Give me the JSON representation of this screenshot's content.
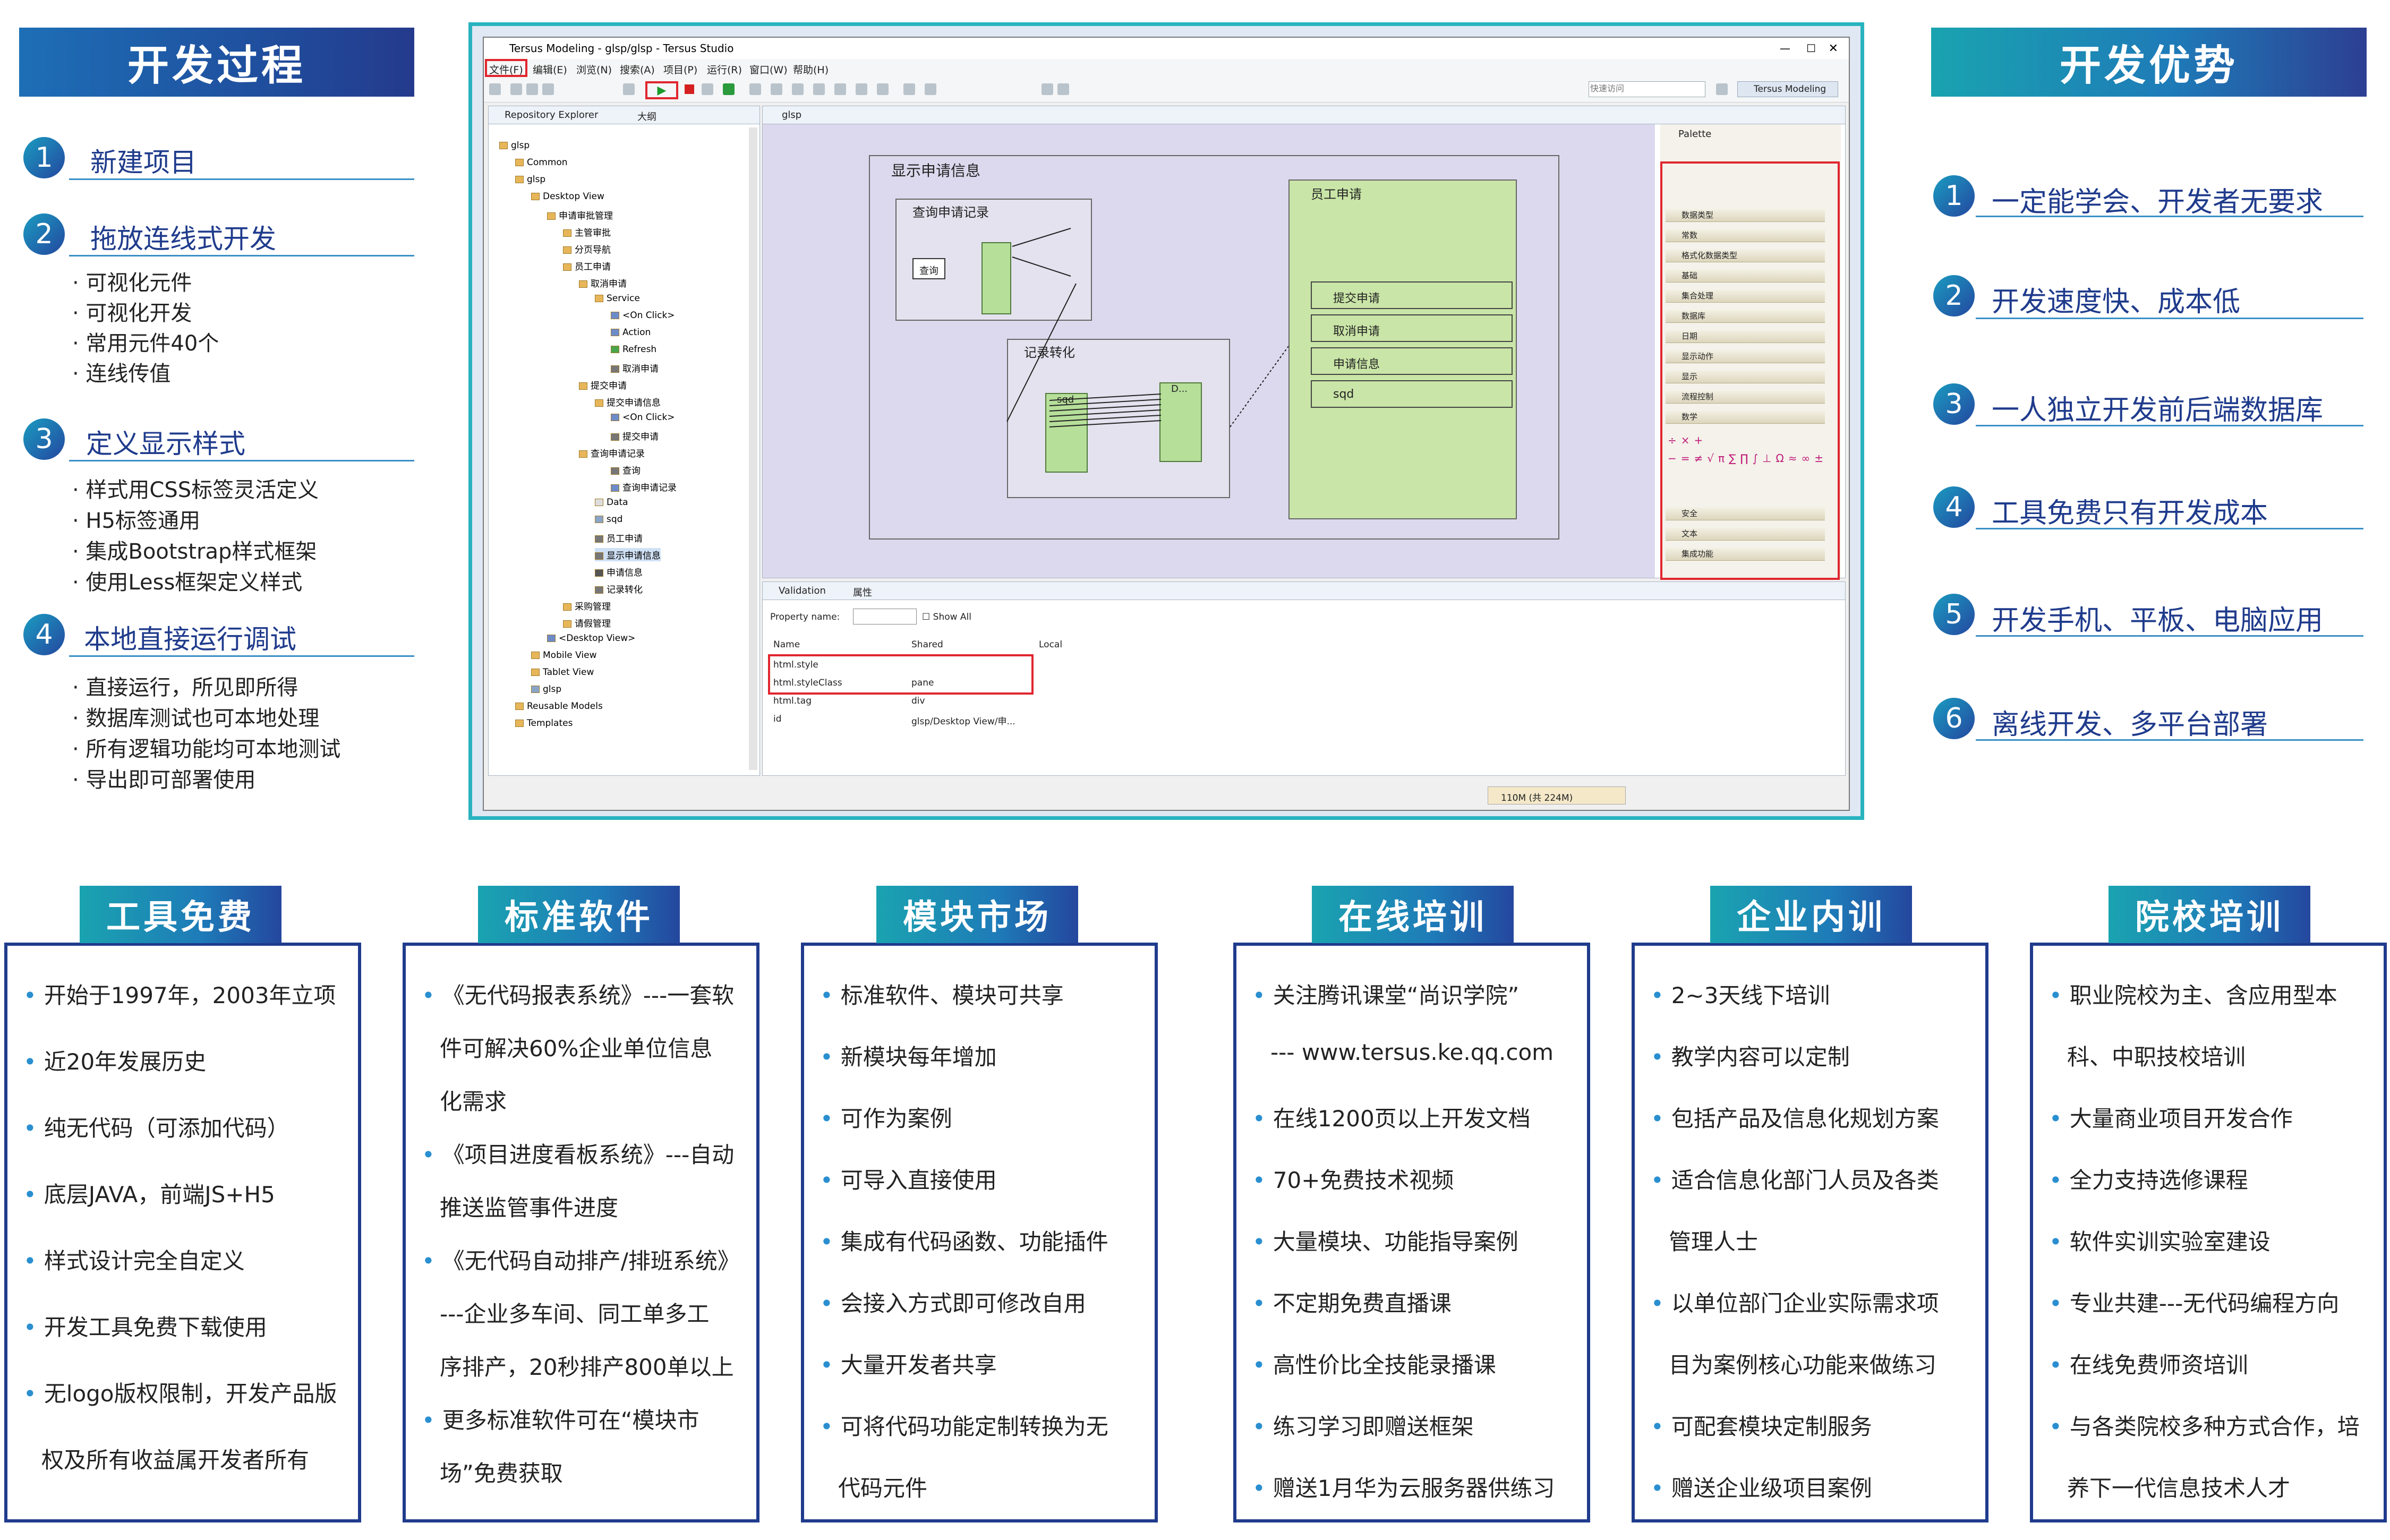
{
  "left": {
    "header": "开发过程",
    "steps": [
      {
        "num": "1",
        "title": "新建项目",
        "bullets": []
      },
      {
        "num": "2",
        "title": "拖放连线式开发",
        "bullets": [
          "· 可视化元件",
          "· 可视化开发",
          "· 常用元件40个",
          "· 连线传值"
        ]
      },
      {
        "num": "3",
        "title": "定义显示样式",
        "bullets": [
          "· 样式用CSS标签灵活定义",
          "· H5标签通用",
          "· 集成Bootstrap样式框架",
          "· 使用Less框架定义样式"
        ]
      },
      {
        "num": "4",
        "title": "本地直接运行调试",
        "bullets": [
          "· 直接运行，所见即所得",
          "· 数据库测试也可本地处理",
          "· 所有逻辑功能均可本地测试",
          "· 导出即可部署使用"
        ]
      }
    ]
  },
  "right": {
    "header": "开发优势",
    "items": [
      {
        "num": "1",
        "text": "一定能学会、开发者无要求"
      },
      {
        "num": "2",
        "text": "开发速度快、成本低"
      },
      {
        "num": "3",
        "text": "一人独立开发前后端数据库"
      },
      {
        "num": "4",
        "text": "工具免费只有开发成本"
      },
      {
        "num": "5",
        "text": "开发手机、平板、电脑应用"
      },
      {
        "num": "6",
        "text": "离线开发、多平台部署"
      }
    ]
  },
  "ide": {
    "title": "Tersus Modeling - glsp/glsp - Tersus Studio",
    "menu": [
      "文件(F)",
      "编辑(E)",
      "浏览(N)",
      "搜索(A)",
      "项目(P)",
      "运行(R)",
      "窗口(W)",
      "帮助(H)"
    ],
    "quick_access_placeholder": "快速访问",
    "perspective": "Tersus Modeling",
    "left_tabs": [
      "Repository Explorer",
      "大纲"
    ],
    "editor_tab": "glsp",
    "tree": [
      "glsp",
      "Common",
      "glsp",
      "Desktop View",
      "申请审批管理",
      "主管审批",
      "分页导航",
      "员工申请",
      "取消申请",
      "Service",
      "<On Click>",
      "Action",
      "Refresh",
      "取消申请",
      "提交申请",
      "提交申请信息",
      "<On Click>",
      "提交申请",
      "查询申请记录",
      "查询",
      "查询申请记录",
      "Data",
      "sqd",
      "员工申请",
      "显示申请信息",
      "申请信息",
      "记录转化",
      "采购管理",
      "请假管理",
      "<Desktop View>",
      "Mobile View",
      "Tablet View",
      "glsp",
      "Reusable Models",
      "Templates"
    ],
    "canvas": {
      "outer": "显示申请信息",
      "query_box": "查询申请记录",
      "query_btn": "查询",
      "convert_box": "记录转化",
      "convert_inner_a": "sqd",
      "convert_inner_b": "D...",
      "form_box": "员工申请",
      "form_fields": [
        "提交申请",
        "取消申请",
        "申请信息",
        "sqd"
      ]
    },
    "palette": {
      "title": "Palette",
      "groups": [
        "数据类型",
        "常数",
        "格式化数据类型",
        "基础",
        "集合处理",
        "数据库",
        "日期",
        "显示动作",
        "显示",
        "流程控制",
        "数学",
        "安全",
        "文本",
        "集成功能"
      ]
    },
    "bottom_tabs": [
      "Validation",
      "属性"
    ],
    "property_label": "Property name:",
    "show_all": "Show All",
    "table": {
      "headers": [
        "Name",
        "Shared",
        "Local"
      ],
      "rows": [
        [
          "html.style",
          "",
          ""
        ],
        [
          "html.styleClass",
          "pane",
          ""
        ],
        [
          "html.tag",
          "div",
          ""
        ],
        [
          "id",
          "glsp/Desktop View/申...",
          ""
        ]
      ]
    },
    "memory": "110M (共 224M)"
  },
  "cards": [
    {
      "title": "工具免费",
      "items": [
        "开始于1997年，2003年立项",
        "近20年发展历史",
        "纯无代码（可添加代码）",
        "底层JAVA，前端JS+H5",
        "样式设计完全自定义",
        "开发工具免费下载使用",
        "无logo版权限制，开发产品版",
        "权及所有收益属开发者所有"
      ]
    },
    {
      "title": "标准软件",
      "items": [
        "《无代码报表系统》---一套软",
        "件可解决60%企业单位信息",
        "化需求",
        "《项目进度看板系统》---自动",
        "推送监管事件进度",
        "《无代码自动排产/排班系统》",
        "---企业多车间、同工单多工",
        "序排产，20秒排产800单以上",
        "更多标准软件可在“模块市",
        "场”免费获取"
      ]
    },
    {
      "title": "模块市场",
      "items": [
        "标准软件、模块可共享",
        "新模块每年增加",
        "可作为案例",
        "可导入直接使用",
        "集成有代码函数、功能插件",
        "会接入方式即可修改自用",
        "大量开发者共享",
        "可将代码功能定制转换为无",
        "代码元件"
      ]
    },
    {
      "title": "在线培训",
      "items": [
        "关注腾讯课堂“尚识学院”",
        "--- www.tersus.ke.qq.com",
        "在线1200页以上开发文档",
        "70+免费技术视频",
        "大量模块、功能指导案例",
        "不定期免费直播课",
        "高性价比全技能录播课",
        "练习学习即赠送框架",
        "赠送1月华为云服务器供练习"
      ]
    },
    {
      "title": "企业内训",
      "items": [
        "2~3天线下培训",
        "教学内容可以定制",
        "包括产品及信息化规划方案",
        "适合信息化部门人员及各类",
        "管理人士",
        "以单位部门企业实际需求项",
        "目为案例核心功能来做练习",
        "可配套模块定制服务",
        "赠送企业级项目案例"
      ]
    },
    {
      "title": "院校培训",
      "items": [
        "职业院校为主、含应用型本",
        "科、中职技校培训",
        "大量商业项目开发合作",
        "全力支持选修课程",
        "软件实训实验室建设",
        "专业共建---无代码编程方向",
        "在线免费师资培训",
        "与各类院校多种方式合作，培",
        "养下一代信息技术人才"
      ]
    }
  ]
}
